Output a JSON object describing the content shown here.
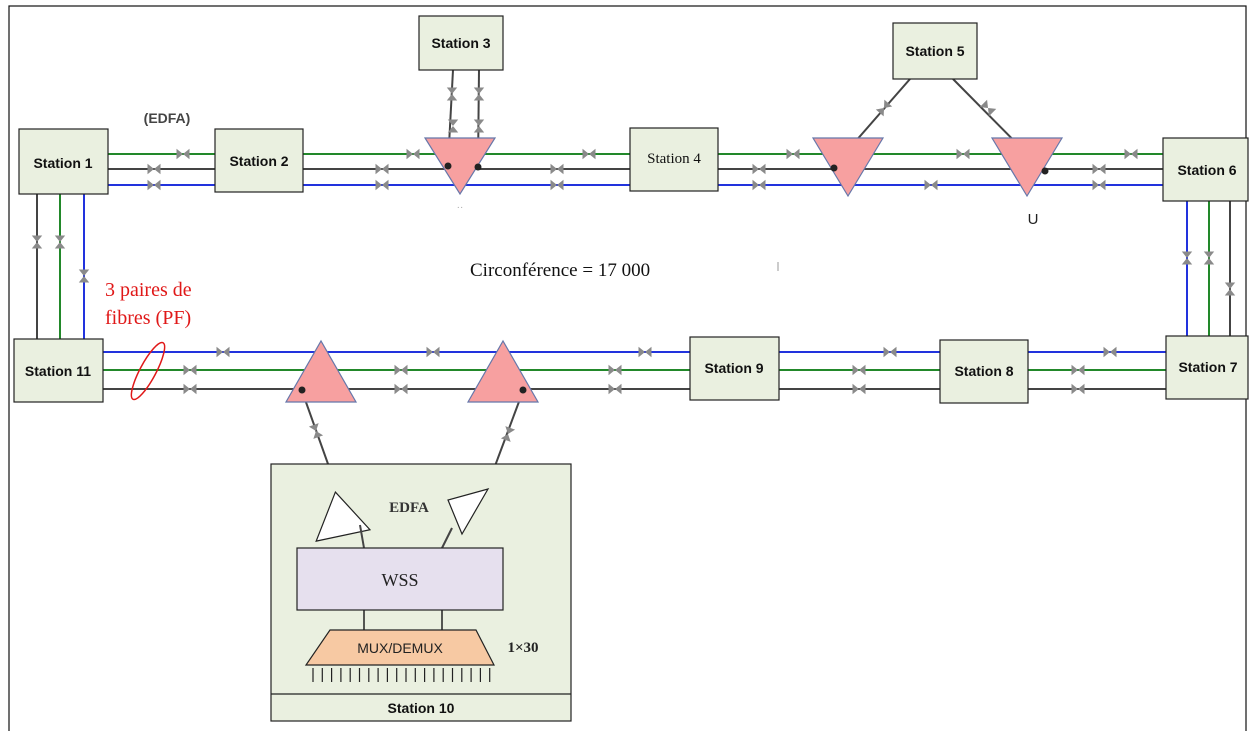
{
  "stations": {
    "s1": "Station 1",
    "s2": "Station 2",
    "s3": "Station 3",
    "s4": "Station 4",
    "s5": "Station 5",
    "s6": "Station 6",
    "s7": "Station 7",
    "s8": "Station 8",
    "s9": "Station 9",
    "s10": "Station 10",
    "s11": "Station 11"
  },
  "labels": {
    "edfa_top": "(EDFA)",
    "edfa": "EDFA",
    "wss": "WSS",
    "mux": "MUX/DEMUX",
    "ratio": "1×30",
    "circumference": "Circonférence  =  17  000",
    "pairs_line1": "3 paires de",
    "pairs_line2": "fibres (PF)",
    "u_mark": "U"
  },
  "colors": {
    "fiber_blue": "#2233dd",
    "fiber_green": "#22882a",
    "fiber_black": "#444444",
    "branching_unit": "#f7a0a0",
    "station_box": "#eaf0e0",
    "wss_box": "#e6e0ee",
    "mux_box": "#f7c9a3",
    "annotation_red": "#e01818"
  }
}
